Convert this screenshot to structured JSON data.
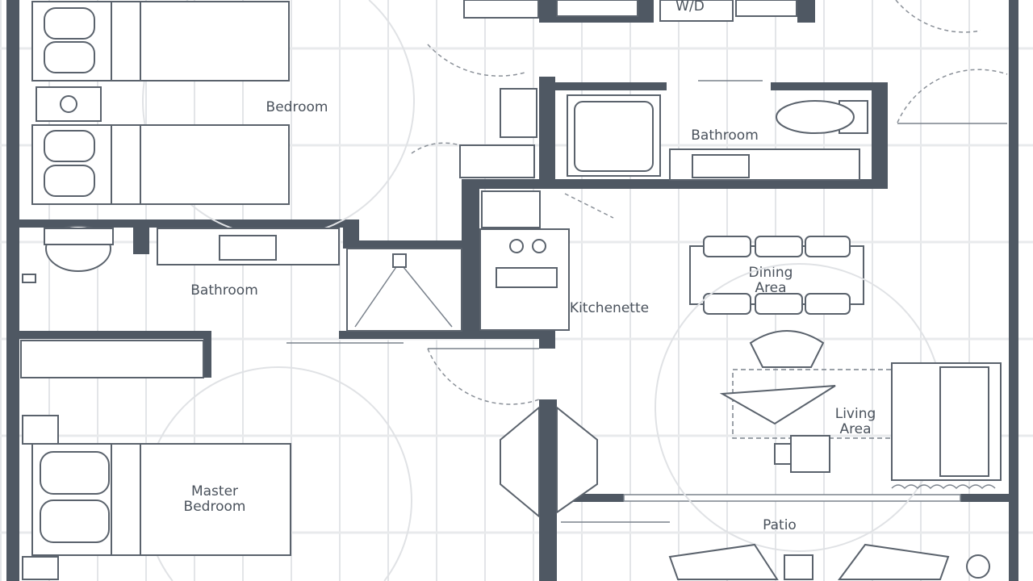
{
  "labels": {
    "bedroom": "Bedroom",
    "bathroom_top": "Bathroom",
    "bathroom_left": "Bathroom",
    "washer_dryer": "W/D",
    "kitchenette": "Kitchenette",
    "dining_line1": "Dining",
    "dining_line2": "Area",
    "living_line1": "Living",
    "living_line2": "Area",
    "master_line1": "Master",
    "master_line2": "Bedroom",
    "patio": "Patio"
  },
  "colors": {
    "wall": "#4f5863",
    "floor_lines": "#e3e5e8"
  }
}
